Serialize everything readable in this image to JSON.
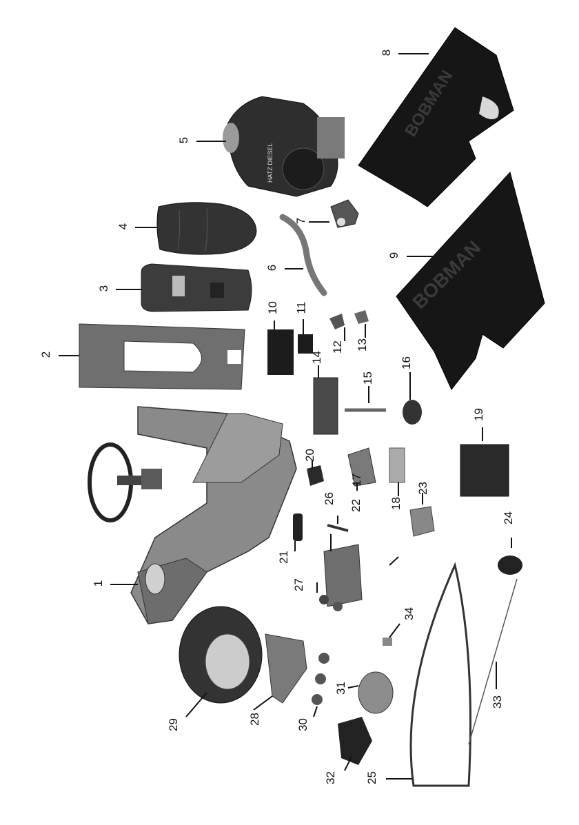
{
  "diagram": {
    "type": "exploded-parts-view",
    "panel_brand_text": "BOBMAN",
    "engine_brand_text": "HATZ DIESEL",
    "callouts": [
      "1",
      "2",
      "3",
      "4",
      "5",
      "6",
      "7",
      "8",
      "9",
      "10",
      "11",
      "12",
      "13",
      "14",
      "15",
      "16",
      "17",
      "18",
      "19",
      "20",
      "21",
      "22",
      "23",
      "24",
      "25",
      "26",
      "27",
      "28",
      "29",
      "30",
      "31",
      "32",
      "33",
      "34"
    ]
  }
}
